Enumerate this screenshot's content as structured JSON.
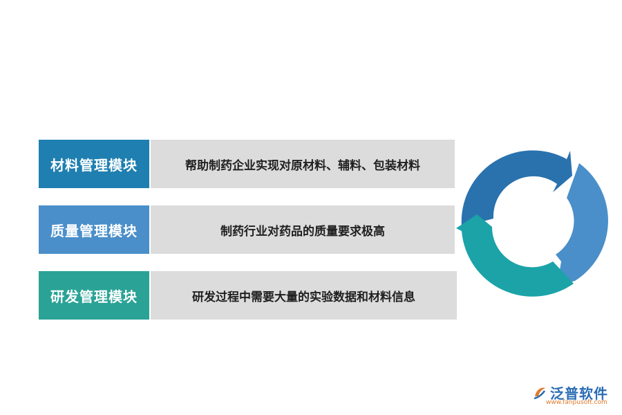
{
  "rows": [
    {
      "label": "材料管理模块",
      "desc": "帮助制药企业实现对原材料、辅料、包装材料",
      "color": "#1e7fb0"
    },
    {
      "label": "质量管理模块",
      "desc": "制药行业对药品的质量要求极高",
      "color": "#4a8fc9"
    },
    {
      "label": "研发管理模块",
      "desc": "研发过程中需要大量的实验数据和材料信息",
      "color": "#2aa396"
    }
  ],
  "cycle_colors": {
    "top": "#2a72ad",
    "right": "#4a8fc9",
    "bottom": "#1ba3a8"
  },
  "logo": {
    "name": "泛普软件",
    "url": "www.fanpusoft.com",
    "icon": "fanpu-logo-icon"
  }
}
